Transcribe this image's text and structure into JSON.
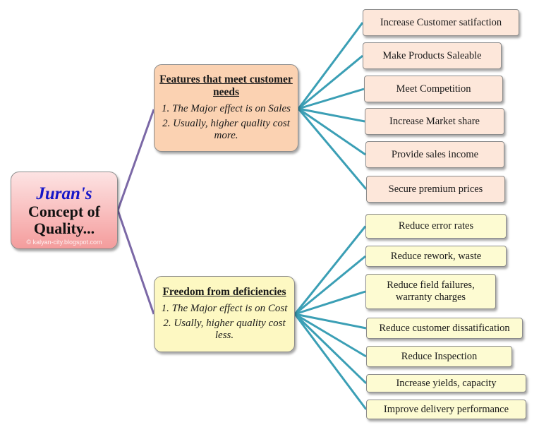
{
  "root": {
    "title_line1": "Juran's",
    "title_line2": "Concept of",
    "title_line3": "Quality...",
    "watermark": "© kalyan-city.blogspot.com"
  },
  "branches": [
    {
      "title": "Features that meet customer needs",
      "points": [
        "1. The Major effect is on Sales",
        "2. Usually, higher quality cost more."
      ],
      "leaves": [
        "Increase Customer satifaction",
        "Make Products Saleable",
        "Meet Competition",
        "Increase Market share",
        "Provide sales income",
        "Secure premium prices"
      ]
    },
    {
      "title": "Freedom from deficiencies",
      "points": [
        "1. The Major effect is on Cost",
        "2. Usally, higher quality cost less."
      ],
      "leaves": [
        "Reduce error rates",
        "Reduce rework, waste",
        "Reduce field failures, warranty charges",
        "Reduce customer dissatification",
        "Reduce Inspection",
        "Increase yields, capacity",
        "Improve delivery performance"
      ]
    }
  ],
  "colors": {
    "root_connector": "#7b68a6",
    "leaf_connector": "#3b9fb5",
    "root_title_accent": "#1616c8",
    "sales_branch_fill": "#fbd2b2",
    "cost_branch_fill": "#fdf8c2",
    "sales_leaf_fill": "#fde7da",
    "cost_leaf_fill": "#fdfbd2"
  }
}
